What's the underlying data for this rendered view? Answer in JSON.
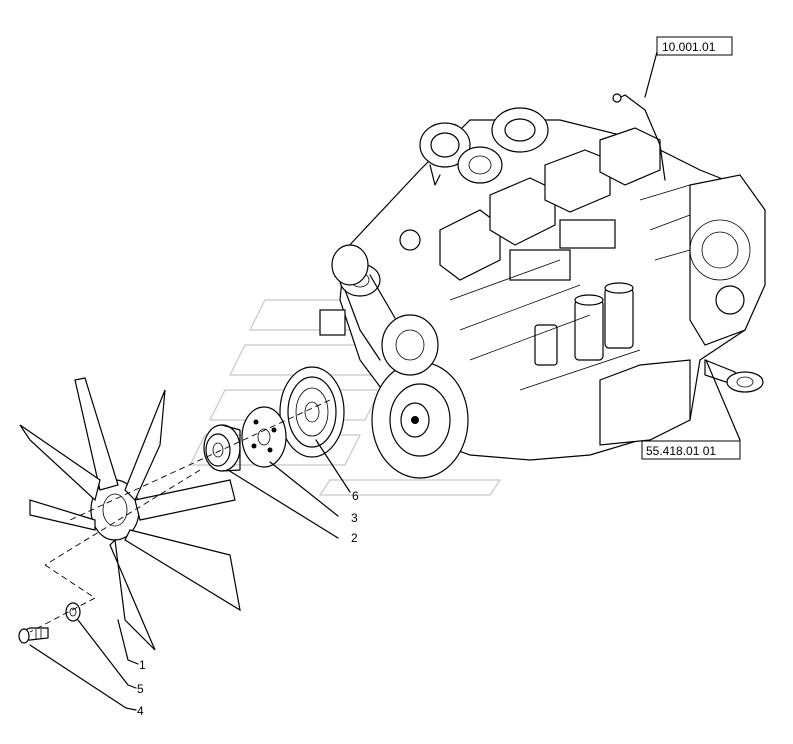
{
  "references": {
    "top_right": "10.001.01",
    "bottom_right": "55.418.01 01"
  },
  "callouts": {
    "item_1": "1",
    "item_2": "2",
    "item_3": "3",
    "item_4": "4",
    "item_5": "5",
    "item_6": "6"
  }
}
